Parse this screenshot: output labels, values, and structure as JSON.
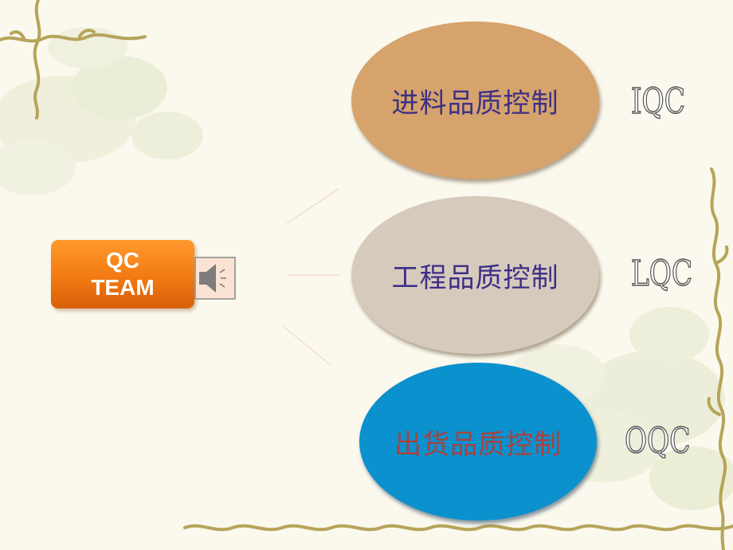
{
  "qc_team": {
    "line1": "QC",
    "line2": "TEAM"
  },
  "nodes": [
    {
      "label": "进料品质控制",
      "code": "IQC",
      "color": "#d5a36b"
    },
    {
      "label": "工程品质控制",
      "code": "LQC",
      "color": "#d6cabd"
    },
    {
      "label": "出货品质控制",
      "code": "OQC",
      "color": "#0b91cd"
    }
  ],
  "icons": {
    "speaker": "speaker-icon"
  },
  "colors": {
    "qc_box": "#f27a12",
    "node_text": "#3d2f86",
    "oqc_text": "#a8413e"
  }
}
